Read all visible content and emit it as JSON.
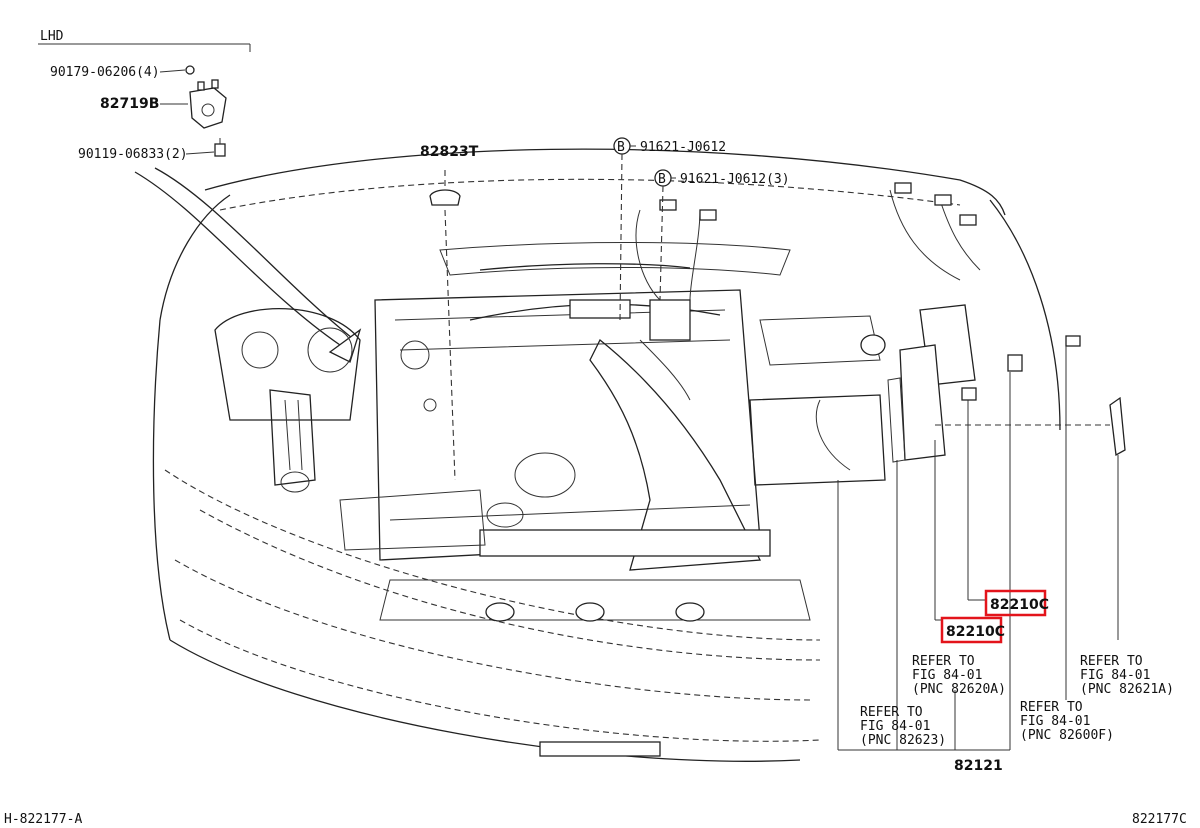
{
  "region_label": "LHD",
  "parts": {
    "nut": "90179-06206(4)",
    "bracket": "82719B",
    "bolt": "90119-06833(2)",
    "cap": "82823T",
    "clamp1": "91621-J0612",
    "clamp2": "91621-J0612(3)",
    "relay_upper": "82210C",
    "relay_lower": "82210C",
    "wire_assy": "82121"
  },
  "callout_letters": {
    "b1": "B",
    "b2": "B"
  },
  "references": {
    "ref_82620a": [
      "REFER TO",
      "FIG 84-01",
      "(PNC 82620A)"
    ],
    "ref_82621a": [
      "REFER TO",
      "FIG 84-01",
      "(PNC 82621A)"
    ],
    "ref_82623": [
      "REFER TO",
      "FIG 84-01",
      "(PNC 82623)"
    ],
    "ref_82600f": [
      "REFER TO",
      "FIG 84-01",
      "(PNC 82600F)"
    ]
  },
  "footer": {
    "left_code": "H-822177-A",
    "right_code": "822177C"
  },
  "colors": {
    "highlight": "#e3141b",
    "line": "#222222"
  }
}
